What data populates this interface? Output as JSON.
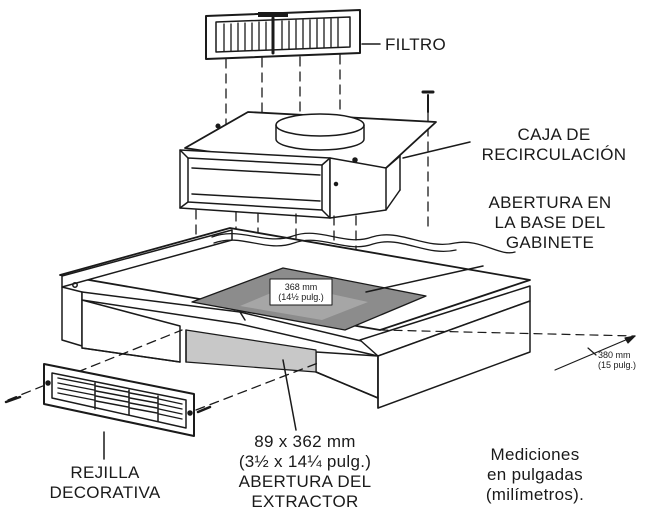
{
  "labels": {
    "filter": "FILTRO",
    "recirc_box": [
      "CAJA DE",
      "RECIRCULACIÓN"
    ],
    "cabinet_opening": [
      "ABERTURA EN",
      "LA BASE DEL",
      "GABINETE"
    ],
    "cabinet_dim": [
      "368 mm",
      "(14½ pulg.)"
    ],
    "depth_dim": [
      "380 mm",
      "(15 pulg.)"
    ],
    "exhaust_opening": [
      "89 x 362 mm",
      "(3½ x 14¼ pulg.)",
      "ABERTURA DEL",
      "EXTRACTOR"
    ],
    "grille": [
      "REJILLA",
      "DECORATIVA"
    ],
    "units_note": [
      "Mediciones",
      "en pulgadas",
      "(milímetros)."
    ]
  },
  "colors": {
    "ink": "#1a1a1a",
    "opening_fill": "#8c8c8c",
    "exhaust_fill": "#c8c8c8"
  }
}
